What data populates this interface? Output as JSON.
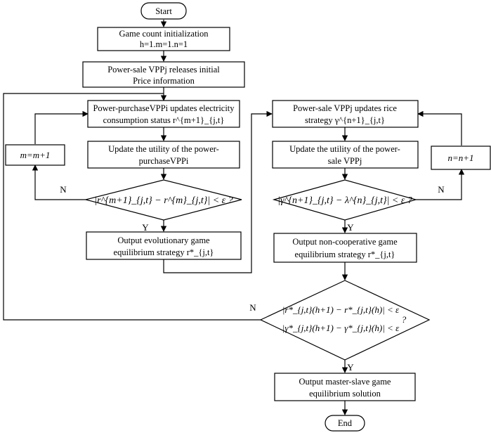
{
  "nodes": {
    "start": "Start",
    "init_line1": "Game count initialization",
    "init_line2": "h=1.m=1.n=1",
    "release_line1": "Power-sale VPPj releases initial",
    "release_line2": "Price information",
    "purchase_update_line1": "Power-purchaseVPPi updates electricity",
    "purchase_update_line2": "consumption status r^{m+1}_{j,t}",
    "purchase_utility_line1": "Update the utility of the power-",
    "purchase_utility_line2": "purchaseVPPi",
    "purchase_check": "|r^{m+1}_{j,t} − r^{m}_{j,t}| < ε ?",
    "evo_output_line1": "Output evolutionary game",
    "evo_output_line2": "equilibrium strategy r*_{j,t}",
    "m_increment": "m=m+1",
    "sale_update_line1": "Power-sale VPPj updates rice",
    "sale_update_line2": "strategy γ^{n+1}_{j,t}",
    "sale_utility_line1": "Update the utility of the power-",
    "sale_utility_line2": "sale VPPj",
    "sale_check": "|γ^{n+1}_{j,t} − λ^{n}_{j,t}| < ε ?",
    "n_increment": "n=n+1",
    "noncoop_output_line1": "Output non-cooperative game",
    "noncoop_output_line2": "equilibrium strategy r*_{j,t}",
    "master_check_line1": "|r*_{j,t}(h+1) − r*_{j,t}(h)| < ε",
    "master_check_line2": "|γ*_{j,t}(h+1) − γ*_{j,t}(h)| < ε",
    "master_check_q": "?",
    "master_output_line1": "Output master-slave game",
    "master_output_line2": "equilibrium solution",
    "end": "End"
  },
  "edge_labels": {
    "purchase_no": "N",
    "purchase_yes": "Y",
    "sale_no": "N",
    "sale_yes": "Y",
    "master_no": "N",
    "master_yes": "Y"
  }
}
